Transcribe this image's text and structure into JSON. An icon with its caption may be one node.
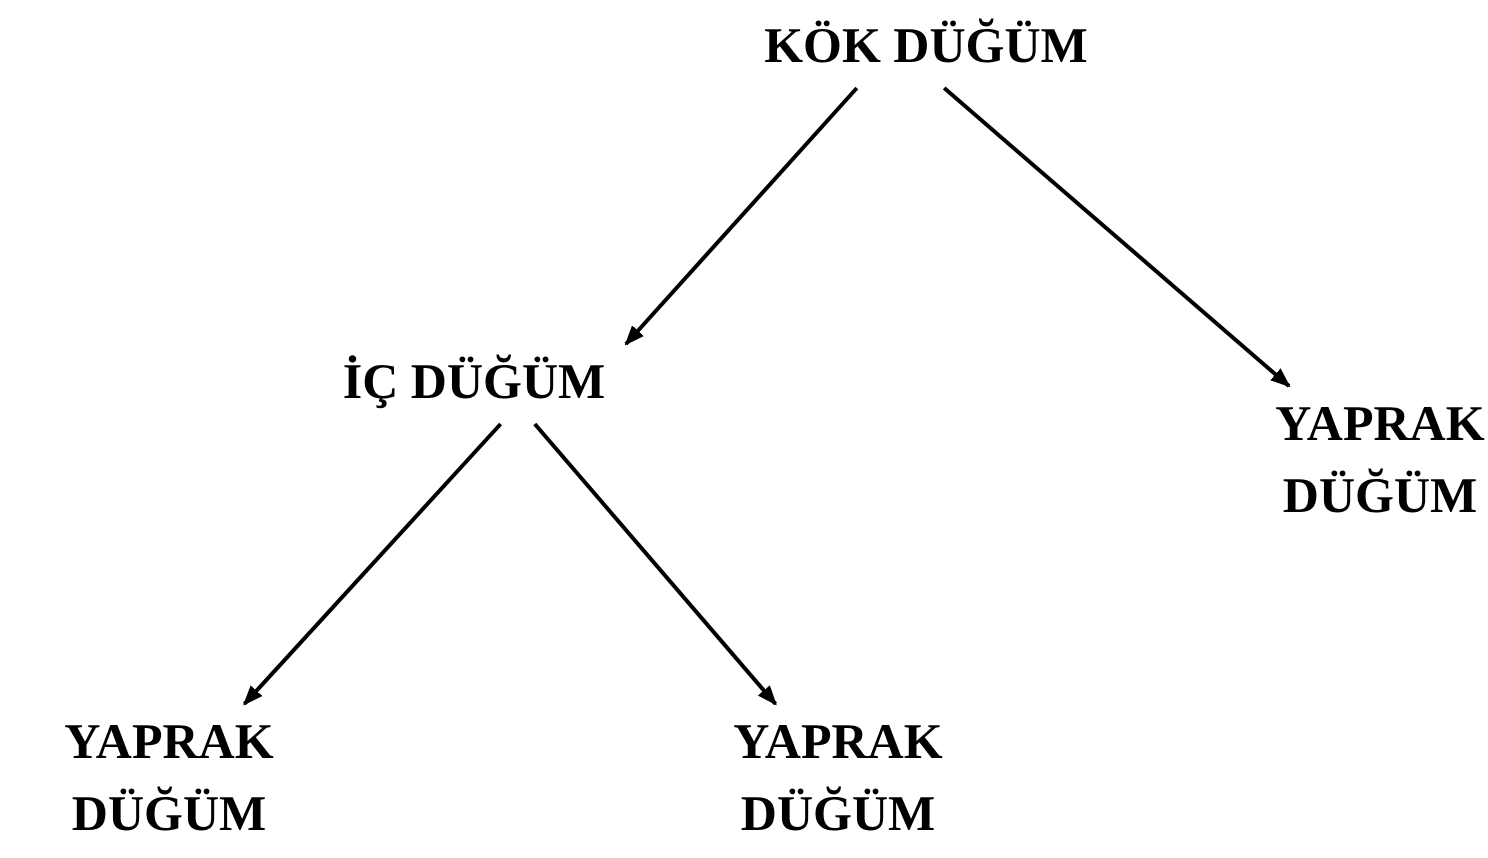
{
  "diagram": {
    "nodes": [
      {
        "text": [
          "KÖK DÜĞÜM"
        ]
      },
      {
        "text": [
          "İÇ DÜĞÜM"
        ]
      },
      {
        "text": [
          "YAPRAK DÜĞÜM"
        ]
      },
      {
        "text": [
          "YAPRAK DÜĞÜM"
        ]
      },
      {
        "text": [
          "YAPRAK DÜĞÜM"
        ]
      }
    ],
    "edges": [
      {
        "from": 0,
        "to": 1,
        "arrow": "to"
      },
      {
        "from": 0,
        "to": 2,
        "arrow": "to"
      },
      {
        "from": 1,
        "to": 3,
        "arrow": "to"
      },
      {
        "from": 1,
        "to": 4,
        "arrow": "to"
      }
    ]
  }
}
